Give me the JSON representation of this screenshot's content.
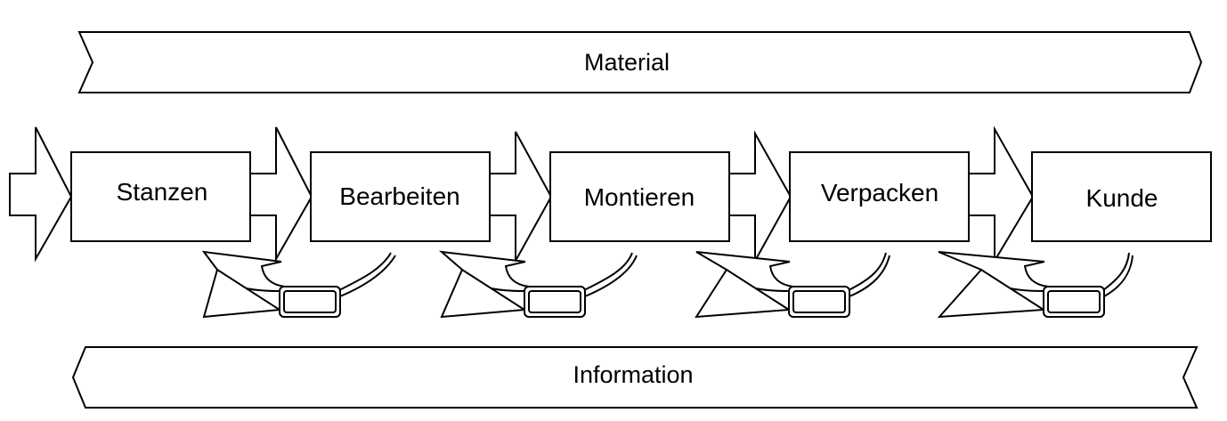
{
  "material_band": {
    "label": "Material",
    "direction": "right"
  },
  "information_band": {
    "label": "Information",
    "direction": "left"
  },
  "process_boxes": [
    {
      "label": "Stanzen"
    },
    {
      "label": "Bearbeiten"
    },
    {
      "label": "Montieren"
    },
    {
      "label": "Verpacken"
    },
    {
      "label": "Kunde"
    }
  ],
  "flow_arrow_count": 5,
  "kanban_loop_count": 4,
  "colors": {
    "stroke": "#000000",
    "fill": "#ffffff"
  }
}
